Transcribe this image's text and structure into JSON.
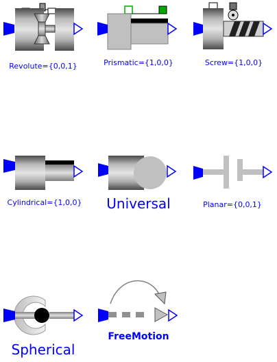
{
  "joints": [
    {
      "name": "revolute",
      "label": "Revolute={0,0,1}"
    },
    {
      "name": "prismatic",
      "label": "Prismatic={1,0,0}"
    },
    {
      "name": "screw",
      "label": "Screw={1,0,0}"
    },
    {
      "name": "cylindrical",
      "label": "Cylindrical={1,0,0}"
    },
    {
      "name": "universal",
      "label": "Universal"
    },
    {
      "name": "planar",
      "label": "Planar={0,0,1}"
    },
    {
      "name": "spherical",
      "label": "Spherical"
    },
    {
      "name": "freemotion",
      "label": "FreeMotion"
    }
  ],
  "colors": {
    "label": "#0000ff",
    "port_a": "#0000ff",
    "port_b": "#ffffff",
    "body_gray": "#a0a0a0",
    "thread_dark": "#202020",
    "axis_green": "#00aa00"
  }
}
